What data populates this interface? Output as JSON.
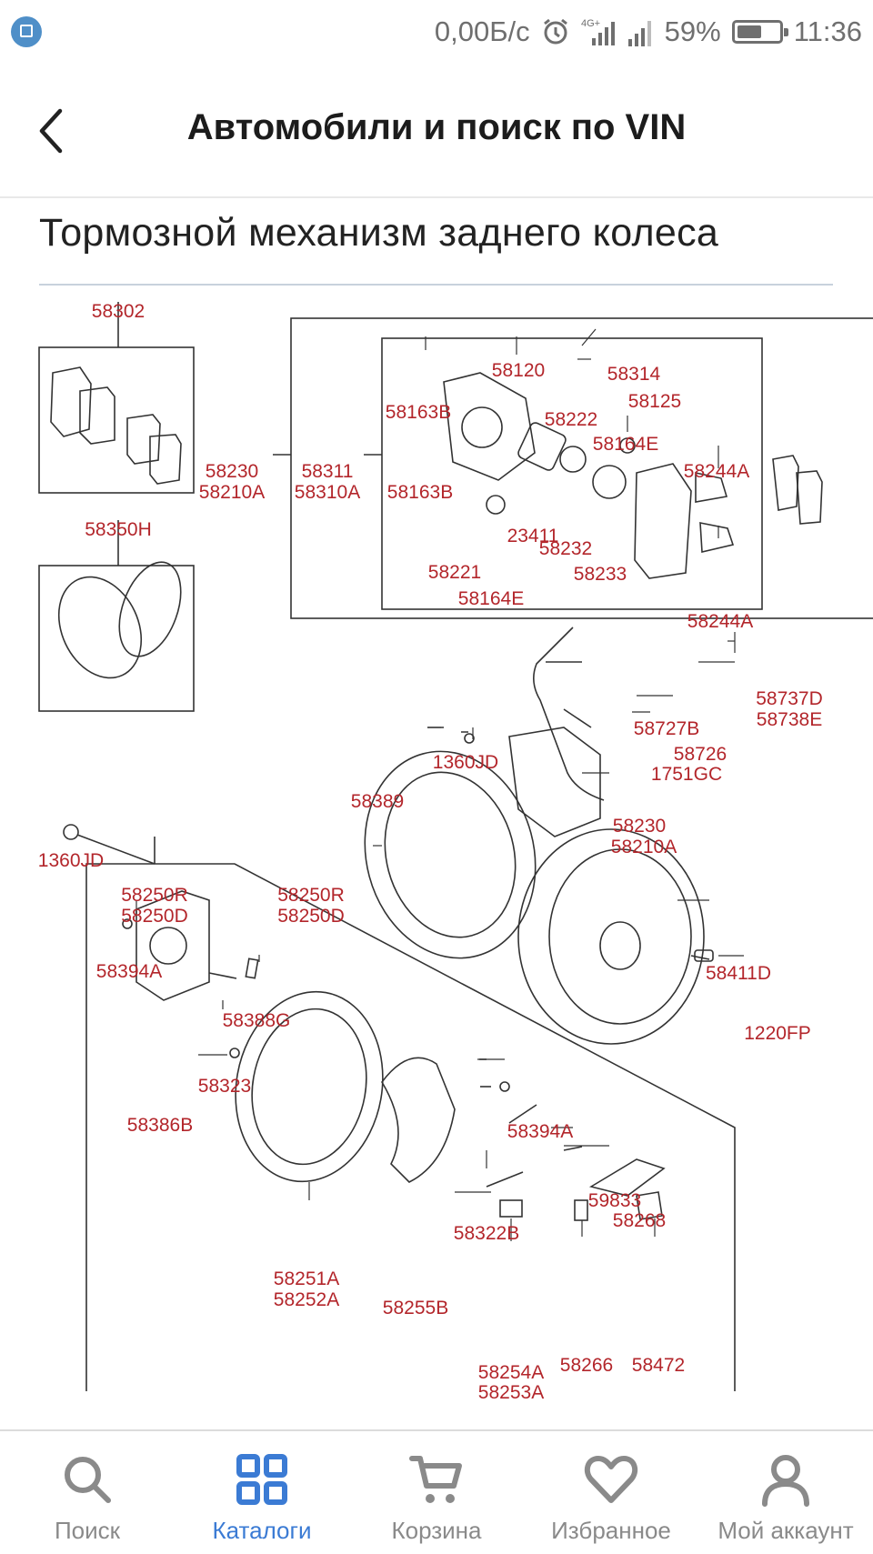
{
  "status_bar": {
    "speed": "0,00Б/с",
    "network": "4G+",
    "battery": "59%",
    "battery_level": 0.59,
    "time": "11:36"
  },
  "header": {
    "title": "Автомобили и поиск по VIN",
    "back_icon": "chevron-left-icon"
  },
  "section": {
    "title": "Тормозной механизм заднего колеса"
  },
  "diagram_labels": [
    "58302",
    "58350H",
    "58230",
    "58210A",
    "58311",
    "58310A",
    "58120",
    "58314",
    "58163B",
    "58125",
    "58222",
    "58164E",
    "58244A",
    "58163B",
    "23411",
    "58232",
    "58233",
    "58221",
    "58164E",
    "58244A",
    "58737D",
    "58738E",
    "58727B",
    "58726",
    "1360JD",
    "1751GC",
    "58389",
    "58230",
    "58210A",
    "1360JD",
    "58250R",
    "58250D",
    "58250R",
    "58250D",
    "58394A",
    "58411D",
    "58388G",
    "1220FP",
    "58323",
    "58386B",
    "58394A",
    "59833",
    "58268",
    "58322B",
    "58251A",
    "58252A",
    "58255B",
    "58254A",
    "58253A",
    "58266",
    "58472"
  ],
  "bottom_nav": [
    {
      "label": "Поиск",
      "icon": "search-icon",
      "active": false
    },
    {
      "label": "Каталоги",
      "icon": "catalog-grid-icon",
      "active": true
    },
    {
      "label": "Корзина",
      "icon": "cart-icon",
      "active": false
    },
    {
      "label": "Избранное",
      "icon": "heart-icon",
      "active": false
    },
    {
      "label": "Мой аккаунт",
      "icon": "account-icon",
      "active": false
    }
  ],
  "colors": {
    "accent": "#3b7bd4",
    "label_red": "#b3262b",
    "nav_inactive": "#8a8a8a"
  }
}
